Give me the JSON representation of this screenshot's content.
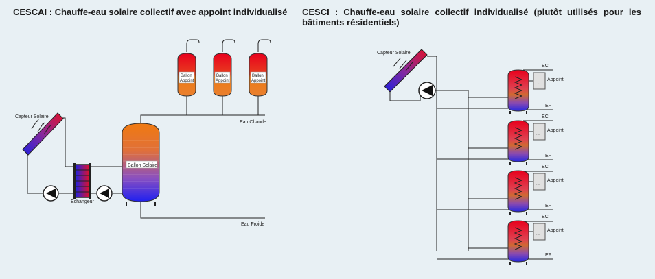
{
  "left": {
    "title": "CESCAI : Chauffe-eau solaire collectif avec appoint individualisé",
    "capteur_label": "Capteur Solaire",
    "ballon_solaire_label": "Ballon Solaire",
    "ballon_appoint_label_line1": "Ballon",
    "ballon_appoint_label_line2": "Appoint",
    "echangeur_label": "Echangeur",
    "eau_chaude_label": "Eau Chaude",
    "eau_froide_label": "Eau Froide"
  },
  "right": {
    "title": "CESCI : Chauffe-eau solaire collectif individualisé (plutôt utilisés pour les bâtiments résidentiels)",
    "capteur_label": "Capteur Solaire",
    "ec_label": "EC",
    "ef_label": "EF",
    "appoint_label": "Appoint"
  },
  "colors": {
    "background": "#e8f0f4",
    "hot": "#e8001c",
    "warm": "#f08a1a",
    "cold": "#1e1ee8",
    "pipe": "#222222"
  }
}
